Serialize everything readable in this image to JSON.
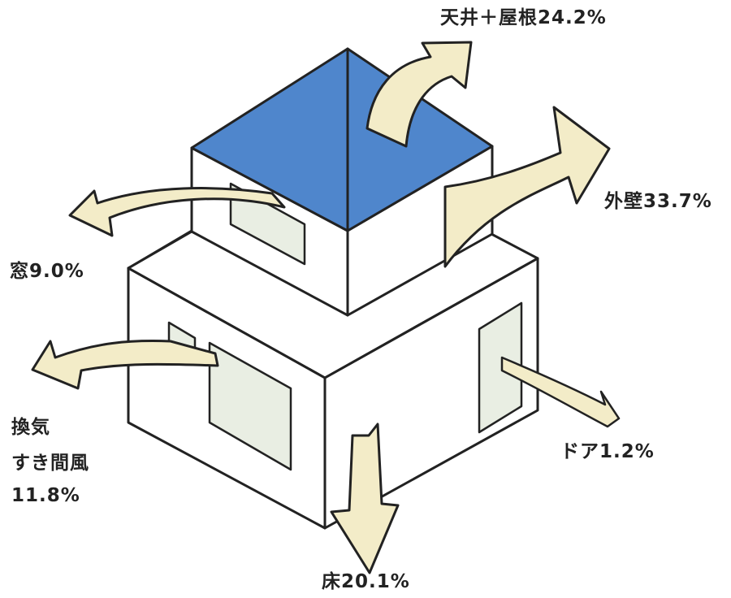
{
  "colors": {
    "roof": "#4f86cc",
    "arrow_fill": "#f3ecc8",
    "wall_fill": "#ffffff",
    "window_fill": "#e9eee3",
    "outline": "#222222"
  },
  "labels": {
    "roof": "天井＋屋根24.2%",
    "wall": "外壁33.7%",
    "window": "窓9.0%",
    "ventilation_line1": "換気",
    "ventilation_line2": "すき間風",
    "ventilation_line3": "11.8%",
    "door": "ドア1.2%",
    "floor": "床20.1%"
  }
}
